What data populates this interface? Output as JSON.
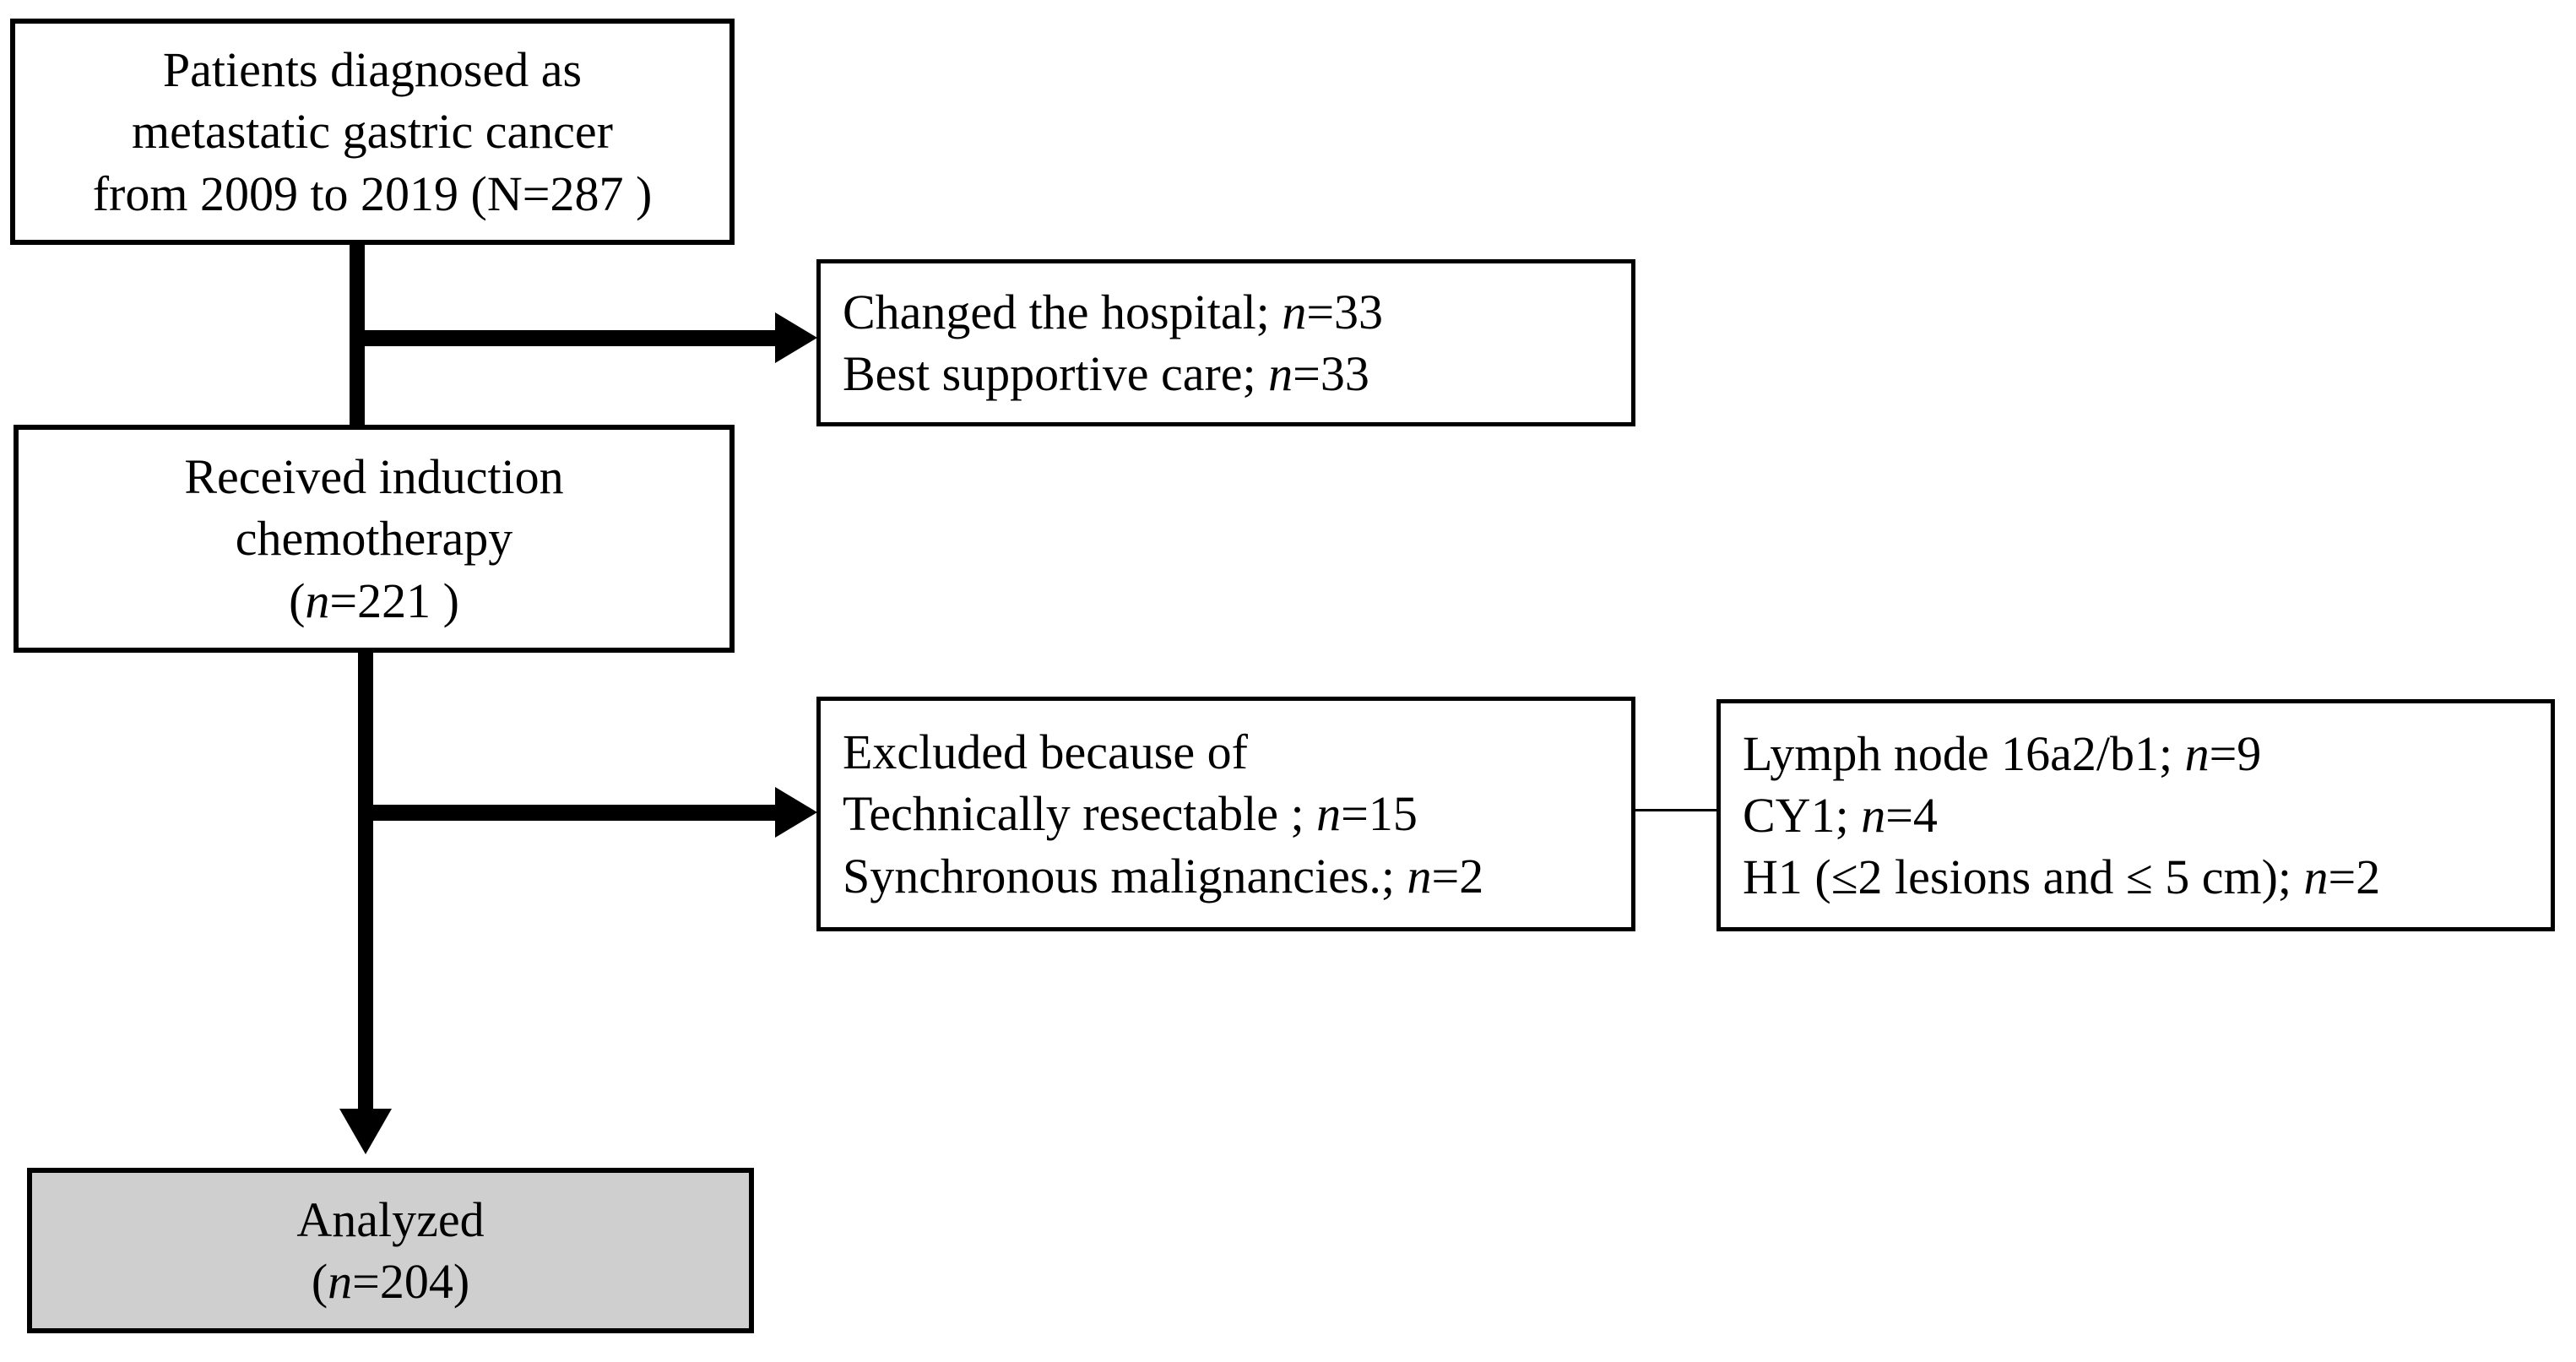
{
  "diagram": {
    "type": "study-flow-consort",
    "background": "#ffffff",
    "shaded_fill": "#cfcfcf",
    "stroke": "#000000",
    "boxes": {
      "source_population": {
        "lines": [
          {
            "pre": "Patients diagnosed as",
            "em": "",
            "post": ""
          },
          {
            "pre": "metastatic gastric cancer",
            "em": "",
            "post": ""
          },
          {
            "pre": "from 2009 to 2019 (N=287 )",
            "em": "",
            "post": ""
          }
        ]
      },
      "induction_chemo": {
        "lines": [
          {
            "pre": "Received induction",
            "em": "",
            "post": ""
          },
          {
            "pre": "chemotherapy",
            "em": "",
            "post": ""
          },
          {
            "pre": "(",
            "em": "n",
            "post": "=221 )"
          }
        ]
      },
      "excluded_pre": {
        "lines": [
          {
            "pre": "Changed the hospital; ",
            "em": "n",
            "post": "=33"
          },
          {
            "pre": "Best supportive care; ",
            "em": "n",
            "post": "=33"
          }
        ]
      },
      "excluded_post": {
        "lines": [
          {
            "pre": "Excluded because of",
            "em": "",
            "post": ""
          },
          {
            "pre": "Technically resectable ; ",
            "em": "n",
            "post": "=15"
          },
          {
            "pre": "Synchronous malignancies.; ",
            "em": "n",
            "post": "=2"
          }
        ]
      },
      "resectable_detail": {
        "lines": [
          {
            "pre": "Lymph node 16a2/b1; ",
            "em": "n",
            "post": "=9"
          },
          {
            "pre": "CY1; ",
            "em": "n",
            "post": "=4"
          },
          {
            "pre": "H1 (≤2 lesions and ≤ 5 cm); ",
            "em": "n",
            "post": "=2"
          }
        ]
      },
      "analyzed": {
        "lines": [
          {
            "pre": "Analyzed",
            "em": "",
            "post": ""
          },
          {
            "pre": "(",
            "em": "n",
            "post": "=204)"
          }
        ]
      }
    },
    "connectors": {
      "trunk_upper": "vertical-line-source-to-induction",
      "trunk_lower": "vertical-line-induction-to-analyzed",
      "branch_pre": "arrow-to-excluded-pre",
      "branch_post": "arrow-to-excluded-post",
      "detail_link": "leader-line-resectable-to-detail",
      "terminal": "arrow-down-to-analyzed"
    }
  }
}
